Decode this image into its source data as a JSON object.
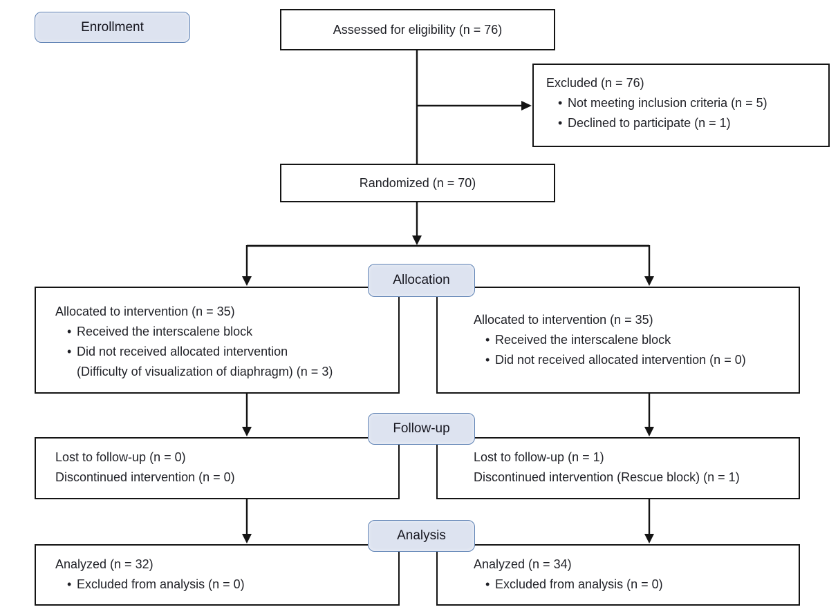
{
  "palette": {
    "badge_fill": "#dde3f0",
    "badge_border": "#5e82b4",
    "line": "#141414",
    "text": "#1f2026"
  },
  "stage_labels": {
    "enrollment": "Enrollment",
    "allocation": "Allocation",
    "followup": "Follow-up",
    "analysis": "Analysis"
  },
  "boxes": {
    "assessed": {
      "text": "Assessed for eligibility (n = 76)"
    },
    "excluded": {
      "title": "Excluded (n = 76)",
      "bullets": [
        "Not meeting inclusion criteria (n = 5)",
        "Declined to participate (n = 1)"
      ]
    },
    "randomized": {
      "text": "Randomized (n = 70)"
    },
    "allocation_left": {
      "title": "Allocated to intervention (n = 35)",
      "bullets": [
        "Received the interscalene block",
        "Did not received allocated intervention"
      ],
      "continuation": "(Difficulty of visualization of diaphragm) (n = 3)"
    },
    "allocation_right": {
      "title": "Allocated to intervention (n = 35)",
      "bullets": [
        "Received the interscalene block",
        "Did not received allocated intervention (n = 0)"
      ]
    },
    "followup_left": {
      "lines": [
        "Lost to follow-up (n = 0)",
        "Discontinued intervention (n = 0)"
      ]
    },
    "followup_right": {
      "lines": [
        "Lost to follow-up (n = 1)",
        "Discontinued intervention (Rescue block) (n = 1)"
      ]
    },
    "analysis_left": {
      "title": "Analyzed (n = 32)",
      "bullets": [
        "Excluded from analysis (n = 0)"
      ]
    },
    "analysis_right": {
      "title": "Analyzed (n = 34)",
      "bullets": [
        "Excluded from analysis (n = 0)"
      ]
    }
  }
}
